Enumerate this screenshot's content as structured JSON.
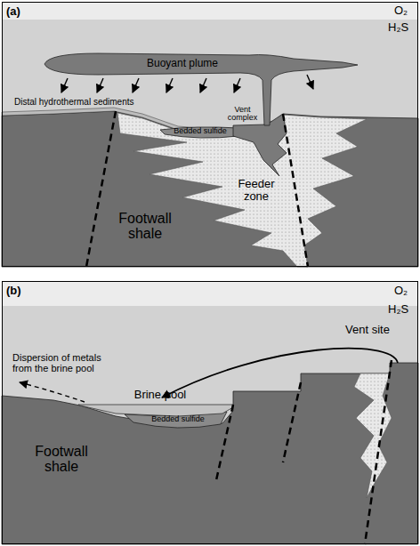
{
  "diagram": {
    "nodes": [
      {
        "text": [
          "(a)"
        ]
      },
      {
        "text": [
          "Buoyant plume"
        ],
        "in": 0
      },
      {
        "text": [
          "Bedded sulfide"
        ],
        "in": 0
      },
      {
        "text": [
          "Vent complex"
        ],
        "in": 0
      },
      {
        "text": [
          "Feeder zone"
        ],
        "in": 0
      },
      {
        "text": [
          "Footwall shale"
        ],
        "in": 0
      },
      {
        "text": [
          "(b)"
        ]
      },
      {
        "text": [
          "Brine pool"
        ],
        "in": 6
      },
      {
        "text": [
          "Bedded sulfide"
        ],
        "in": 6
      },
      {
        "text": [
          "Footwall shale"
        ],
        "in": 6
      }
    ],
    "labels": [
      "O₂",
      "H₂S",
      "Distal hydrothermal sediments",
      "O₂",
      "H₂S",
      "Dispersion of metals from the brine pool",
      "Vent site"
    ]
  }
}
